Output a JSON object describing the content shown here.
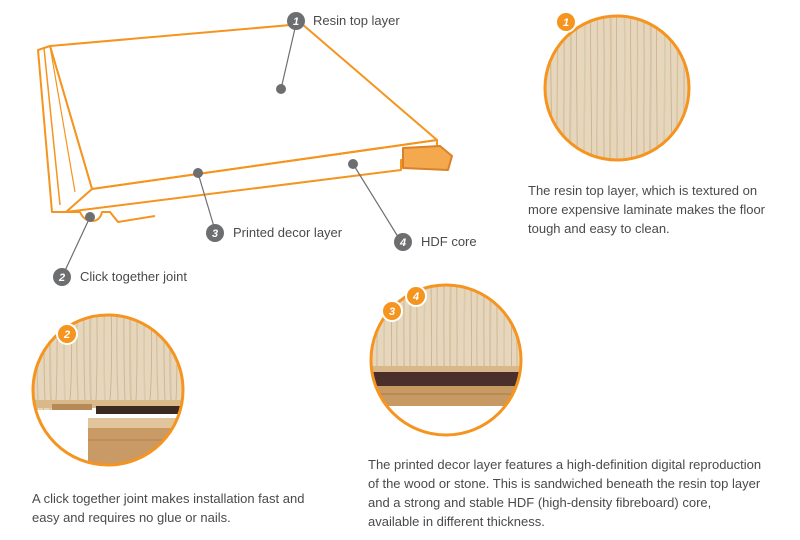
{
  "callouts": [
    {
      "number": "1",
      "label": "Resin top layer"
    },
    {
      "number": "2",
      "label": "Click together joint"
    },
    {
      "number": "3",
      "label": "Printed decor layer"
    },
    {
      "number": "4",
      "label": "HDF core"
    }
  ],
  "descriptions": {
    "resin": "The resin top layer, which is textured on more expensive laminate makes the floor tough and easy to clean.",
    "joint": "A click together joint makes installation fast and easy and requires no glue or nails.",
    "decor": "The printed decor layer features a high-definition digital reproduction of the wood or stone. This is sandwiched beneath the resin top layer and a strong and stable HDF (high-density fibreboard) core, available in different thickness."
  },
  "colors": {
    "accent": "#f5941f",
    "callout_gray": "#6d6e70",
    "text": "#4a4a4a"
  }
}
